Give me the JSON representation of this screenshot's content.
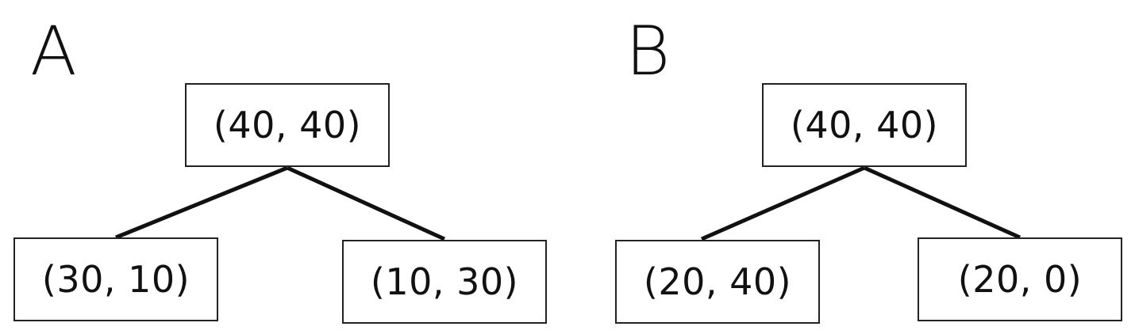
{
  "panels": [
    {
      "label": "A",
      "root": "(40, 40)",
      "left_child": "(30, 10)",
      "right_child": "(10, 30)"
    },
    {
      "label": "B",
      "root": "(40, 40)",
      "left_child": "(20, 40)",
      "right_child": "(20, 0)"
    }
  ]
}
